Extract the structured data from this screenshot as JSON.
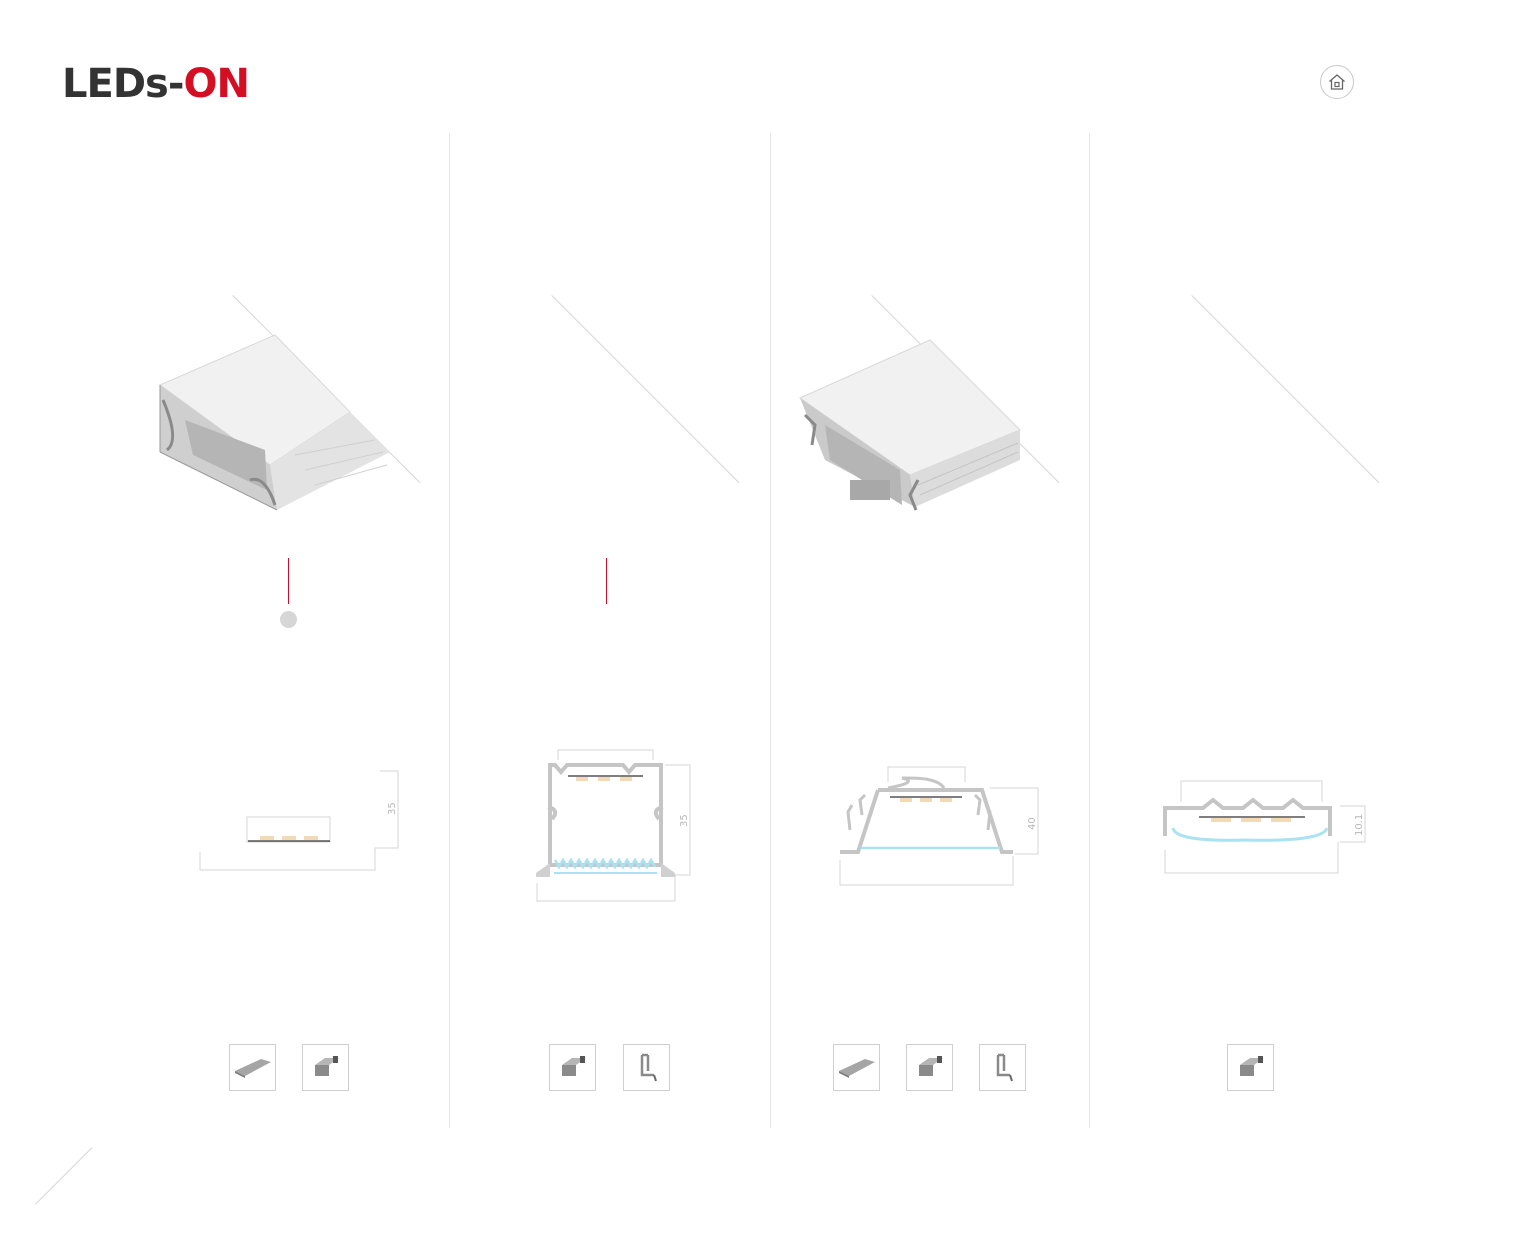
{
  "header": {
    "logo_part1": "LEDs-",
    "logo_part2": "ON",
    "home_icon": "home-icon"
  },
  "colors": {
    "brand_dark": "#333333",
    "brand_red": "#d40f24",
    "marker_red": "#c8102e",
    "diffuser_blue": "#a9e2f3"
  },
  "profiles": [
    {
      "height_label": "35",
      "accessories": [
        "end-strip-icon",
        "end-cap-icon"
      ]
    },
    {
      "height_label": "35",
      "accessories": [
        "end-cap-icon",
        "mounting-clip-icon"
      ]
    },
    {
      "height_label": "40",
      "accessories": [
        "end-strip-icon",
        "end-cap-icon",
        "mounting-clip-icon"
      ]
    },
    {
      "height_label": "10.1",
      "accessories": [
        "end-cap-icon"
      ]
    }
  ]
}
